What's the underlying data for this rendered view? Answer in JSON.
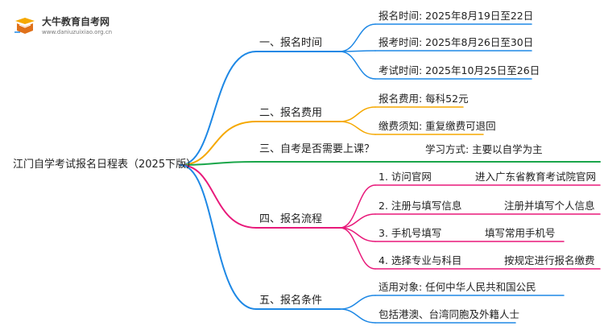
{
  "logo": {
    "title": "大牛教育自考网",
    "url": "www.daniuzuixiao.org.cn"
  },
  "colors": {
    "blue": "#1e88e5",
    "orange": "#f5a800",
    "green": "#1aa64a",
    "pink": "#e8197a"
  },
  "root": "江门自学考试报名日程表（2025下版）",
  "branches": [
    {
      "label": "一、报名时间",
      "color": "blue",
      "leaves": [
        {
          "text": "报名时间: 2025年8月19日至22日"
        },
        {
          "text": "报考时间: 2025年8月26日至30日"
        },
        {
          "text": "考试时间: 2025年10月25日至26日"
        }
      ]
    },
    {
      "label": "二、报名费用",
      "color": "orange",
      "leaves": [
        {
          "text": "报名费用: 每科52元"
        },
        {
          "text": "缴费须知: 重复缴费可退回"
        }
      ]
    },
    {
      "label": "三、自考是否需要上课？",
      "color": "green",
      "leaves": [
        {
          "text": "学习方式: 主要以自学为主"
        }
      ]
    },
    {
      "label": "四、报名流程",
      "color": "pink",
      "leaves": [
        {
          "text": "1. 访问官网",
          "detail": "进入广东省教育考试院官网"
        },
        {
          "text": "2. 注册与填写信息",
          "detail": "注册并填写个人信息"
        },
        {
          "text": "3. 手机号填写",
          "detail": "填写常用手机号"
        },
        {
          "text": "4. 选择专业与科目",
          "detail": "按规定进行报名缴费"
        }
      ]
    },
    {
      "label": "五、报名条件",
      "color": "blue",
      "leaves": [
        {
          "text": "适用对象: 任何中华人民共和国公民"
        },
        {
          "text": "包括港澳、台湾同胞及外籍人士"
        }
      ]
    }
  ]
}
